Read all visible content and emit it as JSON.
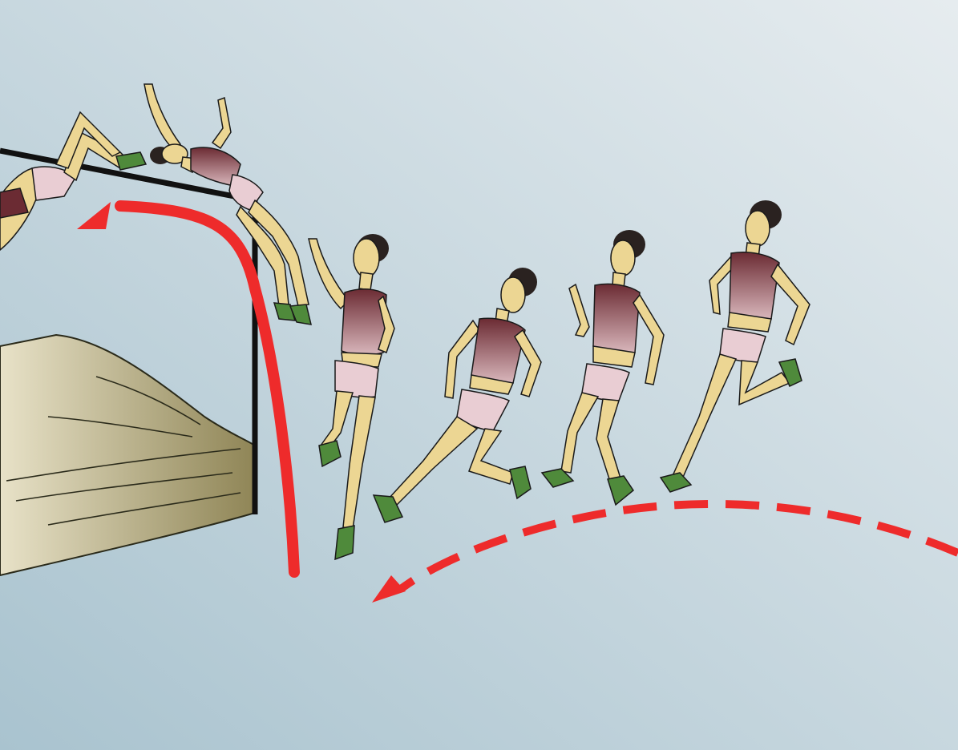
{
  "illustration": {
    "subject": "high-jump-fosbury-flop-sequence",
    "colors": {
      "sky_light": "#e6ecef",
      "sky_dark": "#a9c3cf",
      "mat_light": "#e8e2c8",
      "mat_dark": "#8f8556",
      "bar": "#111111",
      "path_red": "#ee2b2b",
      "skin": "#ecd693",
      "top_dark": "#6b2b33",
      "top_light": "#d9b7bc",
      "shorts": "#e9cdd3",
      "shoe": "#4f8a3b",
      "hair": "#2a2220"
    },
    "figures": [
      {
        "phase": "bar-clearance-legs"
      },
      {
        "phase": "bar-clearance-arch"
      },
      {
        "phase": "takeoff"
      },
      {
        "phase": "curve-approach"
      },
      {
        "phase": "approach-run"
      },
      {
        "phase": "approach-run-start"
      }
    ],
    "arrows": [
      {
        "style": "solid",
        "meaning": "flight-path-over-bar"
      },
      {
        "style": "dashed",
        "meaning": "curved-approach-run"
      }
    ]
  }
}
